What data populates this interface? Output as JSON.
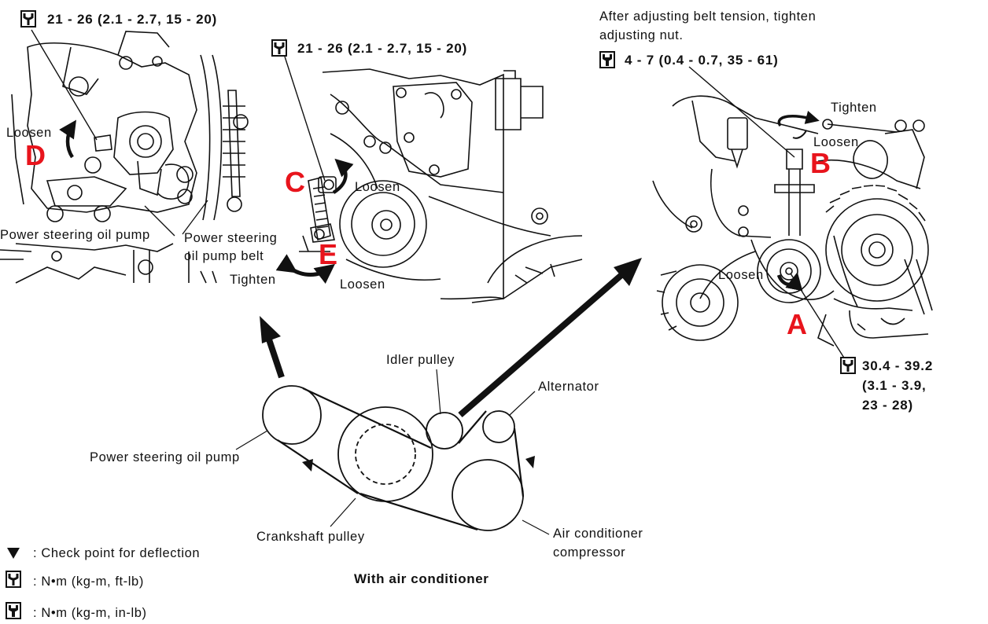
{
  "torque": {
    "d": "21 - 26 (2.1 - 2.7, 15 - 20)",
    "c": "21 - 26 (2.1 - 2.7, 15 - 20)",
    "b": "4 - 7 (0.4 - 0.7, 35 - 61)",
    "a_1": "30.4 - 39.2",
    "a_2": "(3.1 - 3.9,",
    "a_3": "23 - 28)"
  },
  "note": {
    "line1": "After adjusting belt tension, tighten",
    "line2": "adjusting nut."
  },
  "letters": {
    "a": "A",
    "b": "B",
    "c": "C",
    "d": "D",
    "e": "E"
  },
  "labels": {
    "loosen": "Loosen",
    "tighten": "Tighten",
    "ps_pump": "Power steering oil pump",
    "ps_belt_1": "Power steering",
    "ps_belt_2": "oil pump belt"
  },
  "layout_labels": {
    "idler": "Idler pulley",
    "alternator": "Alternator",
    "ps_pump": "Power steering oil pump",
    "crankshaft": "Crankshaft pulley",
    "ac_1": "Air conditioner",
    "ac_2": "compressor",
    "caption": "With air conditioner"
  },
  "legend": {
    "check_point": ": Check point for deflection",
    "unit_ftlb": ": N•m (kg-m, ft-lb)",
    "unit_inlb": ": N•m (kg-m, in-lb)"
  },
  "colors": {
    "accent": "#e8141c",
    "ink": "#111111"
  },
  "icons": [
    "torque-wrench-icon",
    "torque-wrench-filled-icon",
    "deflection-triangle-icon"
  ]
}
